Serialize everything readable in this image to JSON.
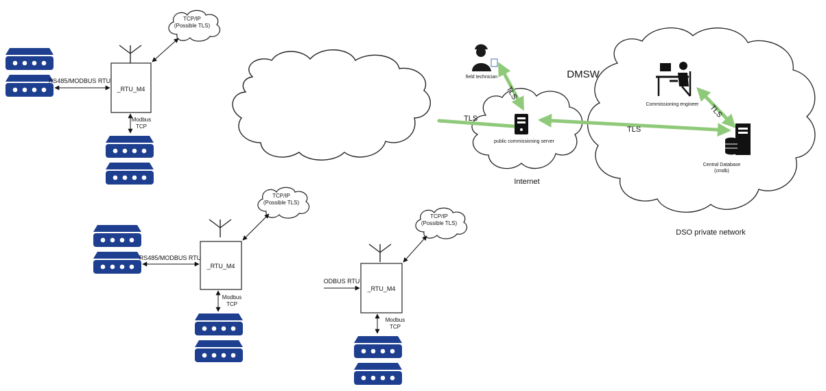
{
  "rtu_units": [
    {
      "label": "_RTU_M4",
      "serial_label": "RS485/MODBUS RTU",
      "tcp_line1": "Modbus",
      "tcp_line2": "TCP",
      "cloud_line1": "TCP/IP",
      "cloud_line2": "(Possible TLS)"
    },
    {
      "label": "_RTU_M4",
      "serial_label": "RS485/MODBUS RTU",
      "tcp_line1": "Modbus",
      "tcp_line2": "TCP",
      "cloud_line1": "TCP/IP",
      "cloud_line2": "(Possible TLS)"
    },
    {
      "label": "_RTU_M4",
      "serial_label": "ODBUS RTU",
      "tcp_line1": "Modbus",
      "tcp_line2": "TCP",
      "cloud_line1": "TCP/IP",
      "cloud_line2": "(Possible TLS)"
    }
  ],
  "internet": {
    "label": "Internet",
    "server_label": "public commissioning server",
    "technician_label": "field technician"
  },
  "dmsw": {
    "label": "DMSW"
  },
  "dso": {
    "label": "DSO private network",
    "engineer_label": "Commissioning engineer",
    "database_line1": "Central Database",
    "database_line2": "(cmdb)"
  },
  "links": {
    "tls_inbound": "TLS",
    "tls_technician": "TLS",
    "tls_backbone": "TLS",
    "tls_engineer": "TLS"
  },
  "colors": {
    "device_blue": "#1e3f8f",
    "tls_green": "#8fc97a",
    "outline": "#222222"
  }
}
